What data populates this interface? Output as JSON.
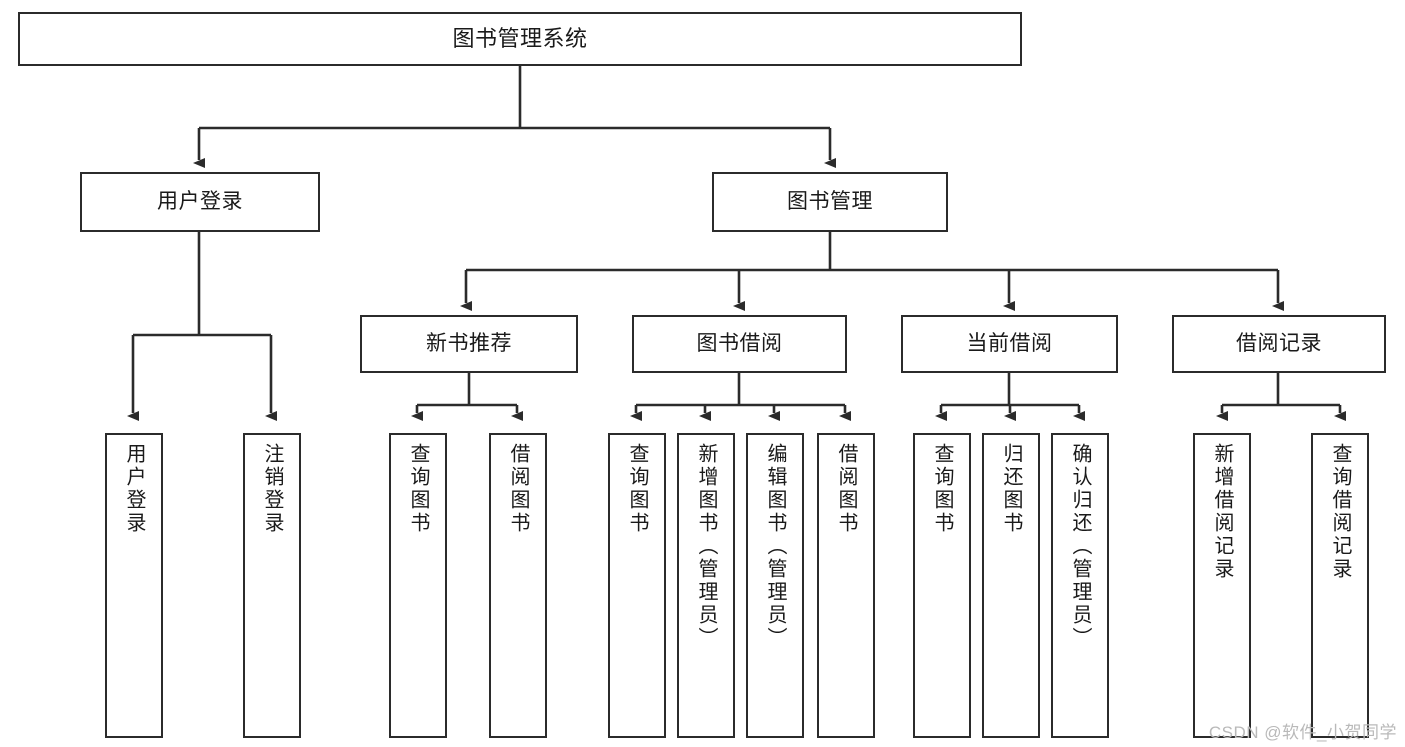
{
  "diagram": {
    "title": "图书管理系统",
    "type": "tree-hierarchy",
    "orientation": "top-down",
    "colors": {
      "node_border": "#2b2b2b",
      "node_fill": "#ffffff",
      "edge": "#2b2b2b",
      "text": "#1a1a1a",
      "background": "#ffffff",
      "watermark": "#b9b9b9"
    }
  },
  "watermark": {
    "text": "CSDN @软件_小贺同学"
  },
  "nodes": {
    "root": {
      "label": "图书管理系统",
      "level": 0
    },
    "level1": [
      {
        "id": "user-login",
        "label": "用户登录",
        "level": 1
      },
      {
        "id": "book-manage",
        "label": "图书管理",
        "level": 1
      }
    ],
    "level2": [
      {
        "id": "new-book-recommend",
        "label": "新书推荐",
        "level": 2
      },
      {
        "id": "book-borrow",
        "label": "图书借阅",
        "level": 2
      },
      {
        "id": "current-borrow",
        "label": "当前借阅",
        "level": 2
      },
      {
        "id": "borrow-record",
        "label": "借阅记录",
        "level": 2
      }
    ],
    "leaves": [
      {
        "id": "leaf-user-login",
        "label": "用户登录",
        "parent": "user-login"
      },
      {
        "id": "leaf-user-logout",
        "label": "注销登录",
        "parent": "user-login"
      },
      {
        "id": "leaf-query-book-1",
        "label": "查询图书",
        "parent": "new-book-recommend"
      },
      {
        "id": "leaf-borrow-book-1",
        "label": "借阅图书",
        "parent": "new-book-recommend"
      },
      {
        "id": "leaf-query-book-2",
        "label": "查询图书",
        "parent": "book-borrow"
      },
      {
        "id": "leaf-add-book",
        "label": "新增图书（管理员）",
        "parent": "book-borrow"
      },
      {
        "id": "leaf-edit-book",
        "label": "编辑图书（管理员）",
        "parent": "book-borrow"
      },
      {
        "id": "leaf-borrow-book-2",
        "label": "借阅图书",
        "parent": "book-borrow"
      },
      {
        "id": "leaf-query-book-3",
        "label": "查询图书",
        "parent": "current-borrow"
      },
      {
        "id": "leaf-return-book",
        "label": "归还图书",
        "parent": "current-borrow"
      },
      {
        "id": "leaf-confirm-return",
        "label": "确认归还（管理员）",
        "parent": "current-borrow"
      },
      {
        "id": "leaf-add-record",
        "label": "新增借阅记录",
        "parent": "borrow-record"
      },
      {
        "id": "leaf-query-record",
        "label": "查询借阅记录",
        "parent": "borrow-record"
      }
    ]
  }
}
